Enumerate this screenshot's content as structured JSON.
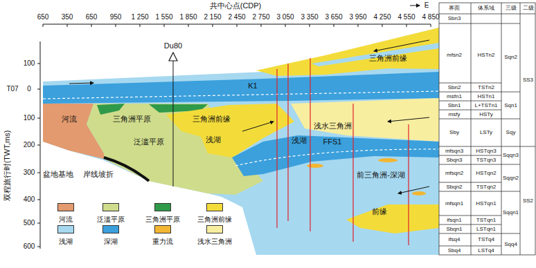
{
  "diagram": {
    "labels": [
      "共中心点(CDP)",
      "E",
      "650",
      "350",
      "650",
      "950",
      "1 250",
      "1 550",
      "1 850",
      "2 150",
      "2 450",
      "2 750",
      "3 050",
      "3 350",
      "3 650",
      "3 950",
      "4 250",
      "4 550",
      "4 850",
      "双程旅行时(TWT,ms)",
      "100",
      "T07",
      "0",
      "100",
      "200",
      "300",
      "400",
      "500",
      "600",
      "Du80",
      "三角洲前缘",
      "K1",
      "河流",
      "三角洲平原",
      "三角洲前缘",
      "泛滥平原",
      "浅湖",
      "浅湖",
      "FFS1",
      "浅水三角洲",
      "前三角洲-深湖",
      "前缘",
      "盆地基地",
      "岸线坡折",
      "界面",
      "体系域",
      "三级",
      "二级",
      "Sbn3",
      "mfsn2",
      "HSTn2",
      "Sqn2",
      "Sbn2",
      "TSTn2",
      "msfn1",
      "HSTn1",
      "Sbn1",
      "L+TSTn1",
      "Sqn1",
      "SS3",
      "msfy",
      "HSTy",
      "Sby",
      "LSTy",
      "Sqy",
      "mfsqn3",
      "HSTqn3",
      "Sqqn3",
      "Sbqn3",
      "TSTqn3",
      "mfsqn2",
      "HSTqn2",
      "Sqqn2",
      "Sbqn2",
      "TSTqn2",
      "mfsqn1",
      "HSTqn1",
      "Sqqn1",
      "SS2",
      "ifsqn1",
      "TSTqn1",
      "Sbqn1",
      "LSTqn1",
      "ifsq4",
      "TSTq4",
      "Sqq4",
      "Sbq4",
      "LSTq4"
    ],
    "legend": [
      {
        "text": "河流",
        "color": "#e39a6e"
      },
      {
        "text": "泛滥平原",
        "color": "#cfdc8c"
      },
      {
        "text": "三角洲平原",
        "color": "#2f9a4a"
      },
      {
        "text": "三角洲前缘",
        "color": "#f3dc3a"
      },
      {
        "text": "浅湖",
        "color": "#a6d8f0"
      },
      {
        "text": "深湖",
        "color": "#3ba0dc"
      },
      {
        "text": "重力流",
        "color": "#f2b632"
      },
      {
        "text": "浅水三角洲",
        "color": "#f8eea0"
      }
    ]
  }
}
